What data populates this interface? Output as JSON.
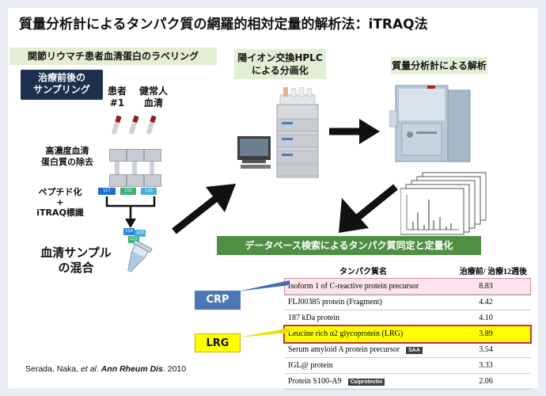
{
  "title": "質量分析計によるタンパク質の網羅的相対定量的解析法：iTRAQ法",
  "section_label": "関節リウマチ患者血清蛋白のラベリング",
  "sampling_box": [
    "治療前後の",
    "サンプリング"
  ],
  "patient_label": [
    "患者",
    "#1"
  ],
  "healthy_label": [
    "健常人",
    "血清"
  ],
  "depletion_label": [
    "高濃度血清",
    "蛋白質の除去"
  ],
  "peptide_label": [
    "ペプチド化",
    "+",
    "iTRAQ標識"
  ],
  "tag_numbers": [
    "117",
    "115",
    "116",
    "114",
    "115",
    "116"
  ],
  "mix_label": [
    "血清サンプル",
    "の混合"
  ],
  "hplc_label": [
    "陽イオン交換HPLC",
    "による分画化"
  ],
  "ms_label": "質量分析計による解析",
  "db_label": "データベース検索によるタンパク質同定と定量化",
  "table": {
    "header": [
      "タンパク質名",
      "治療前/ 治療12週後"
    ],
    "rows": [
      {
        "name": "Isoform 1 of C-reactive protein precursor",
        "value": "8.83",
        "style": "pink",
        "badge": ""
      },
      {
        "name": "FLJ00385 protein (Fragment)",
        "value": "4.42",
        "style": "",
        "badge": ""
      },
      {
        "name": "187 kDa protein",
        "value": "4.10",
        "style": "",
        "badge": ""
      },
      {
        "name": "Leucine rich α2 glycoprotein (LRG)",
        "value": "3.89",
        "style": "yellow",
        "badge": ""
      },
      {
        "name": "Serum amyloid A protein precursor",
        "value": "3.54",
        "style": "",
        "badge": "SAA"
      },
      {
        "name": "IGL@ protein",
        "value": "3.33",
        "style": "",
        "badge": ""
      },
      {
        "name": "Protein S100-A9",
        "value": "2.06",
        "style": "",
        "badge": "Calprotectin"
      }
    ]
  },
  "callouts": {
    "crp": "CRP",
    "lrg": "LRG"
  },
  "citation": {
    "authors": "Serada, Naka, ",
    "etal": "et al",
    "journal": "Ann Rheum Dis",
    "year": ". 2010"
  }
}
